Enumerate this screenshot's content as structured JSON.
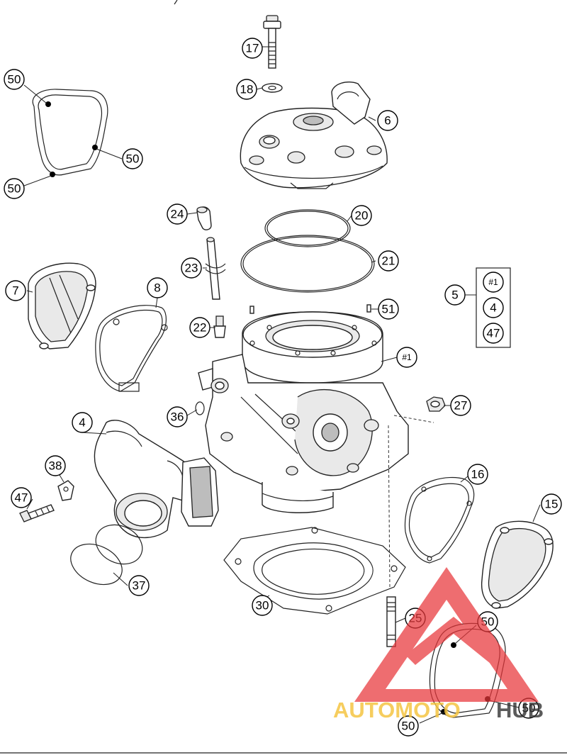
{
  "callouts": {
    "c17": "17",
    "c18": "18",
    "c6": "6",
    "c50a": "50",
    "c50b": "50",
    "c50c": "50",
    "c24": "24",
    "c20": "20",
    "c21": "21",
    "c23": "23",
    "c7": "7",
    "c8": "8",
    "c5": "5",
    "k1": "#1",
    "k4": "4",
    "k47": "47",
    "c22": "22",
    "c51": "51",
    "c1": "#1",
    "c36": "36",
    "c27": "27",
    "c4": "4",
    "c38": "38",
    "c16": "16",
    "c47": "47",
    "c15": "15",
    "c37": "37",
    "c30": "30",
    "c25": "25",
    "c50d": "50",
    "c50e": "50",
    "c50f": "50"
  },
  "watermark": {
    "text_part1": "AUTOMOTO",
    "text_part2": "HUB",
    "color_text1": "#f5c542",
    "color_text2": "#333333",
    "color_triangle": "#e8363a"
  }
}
